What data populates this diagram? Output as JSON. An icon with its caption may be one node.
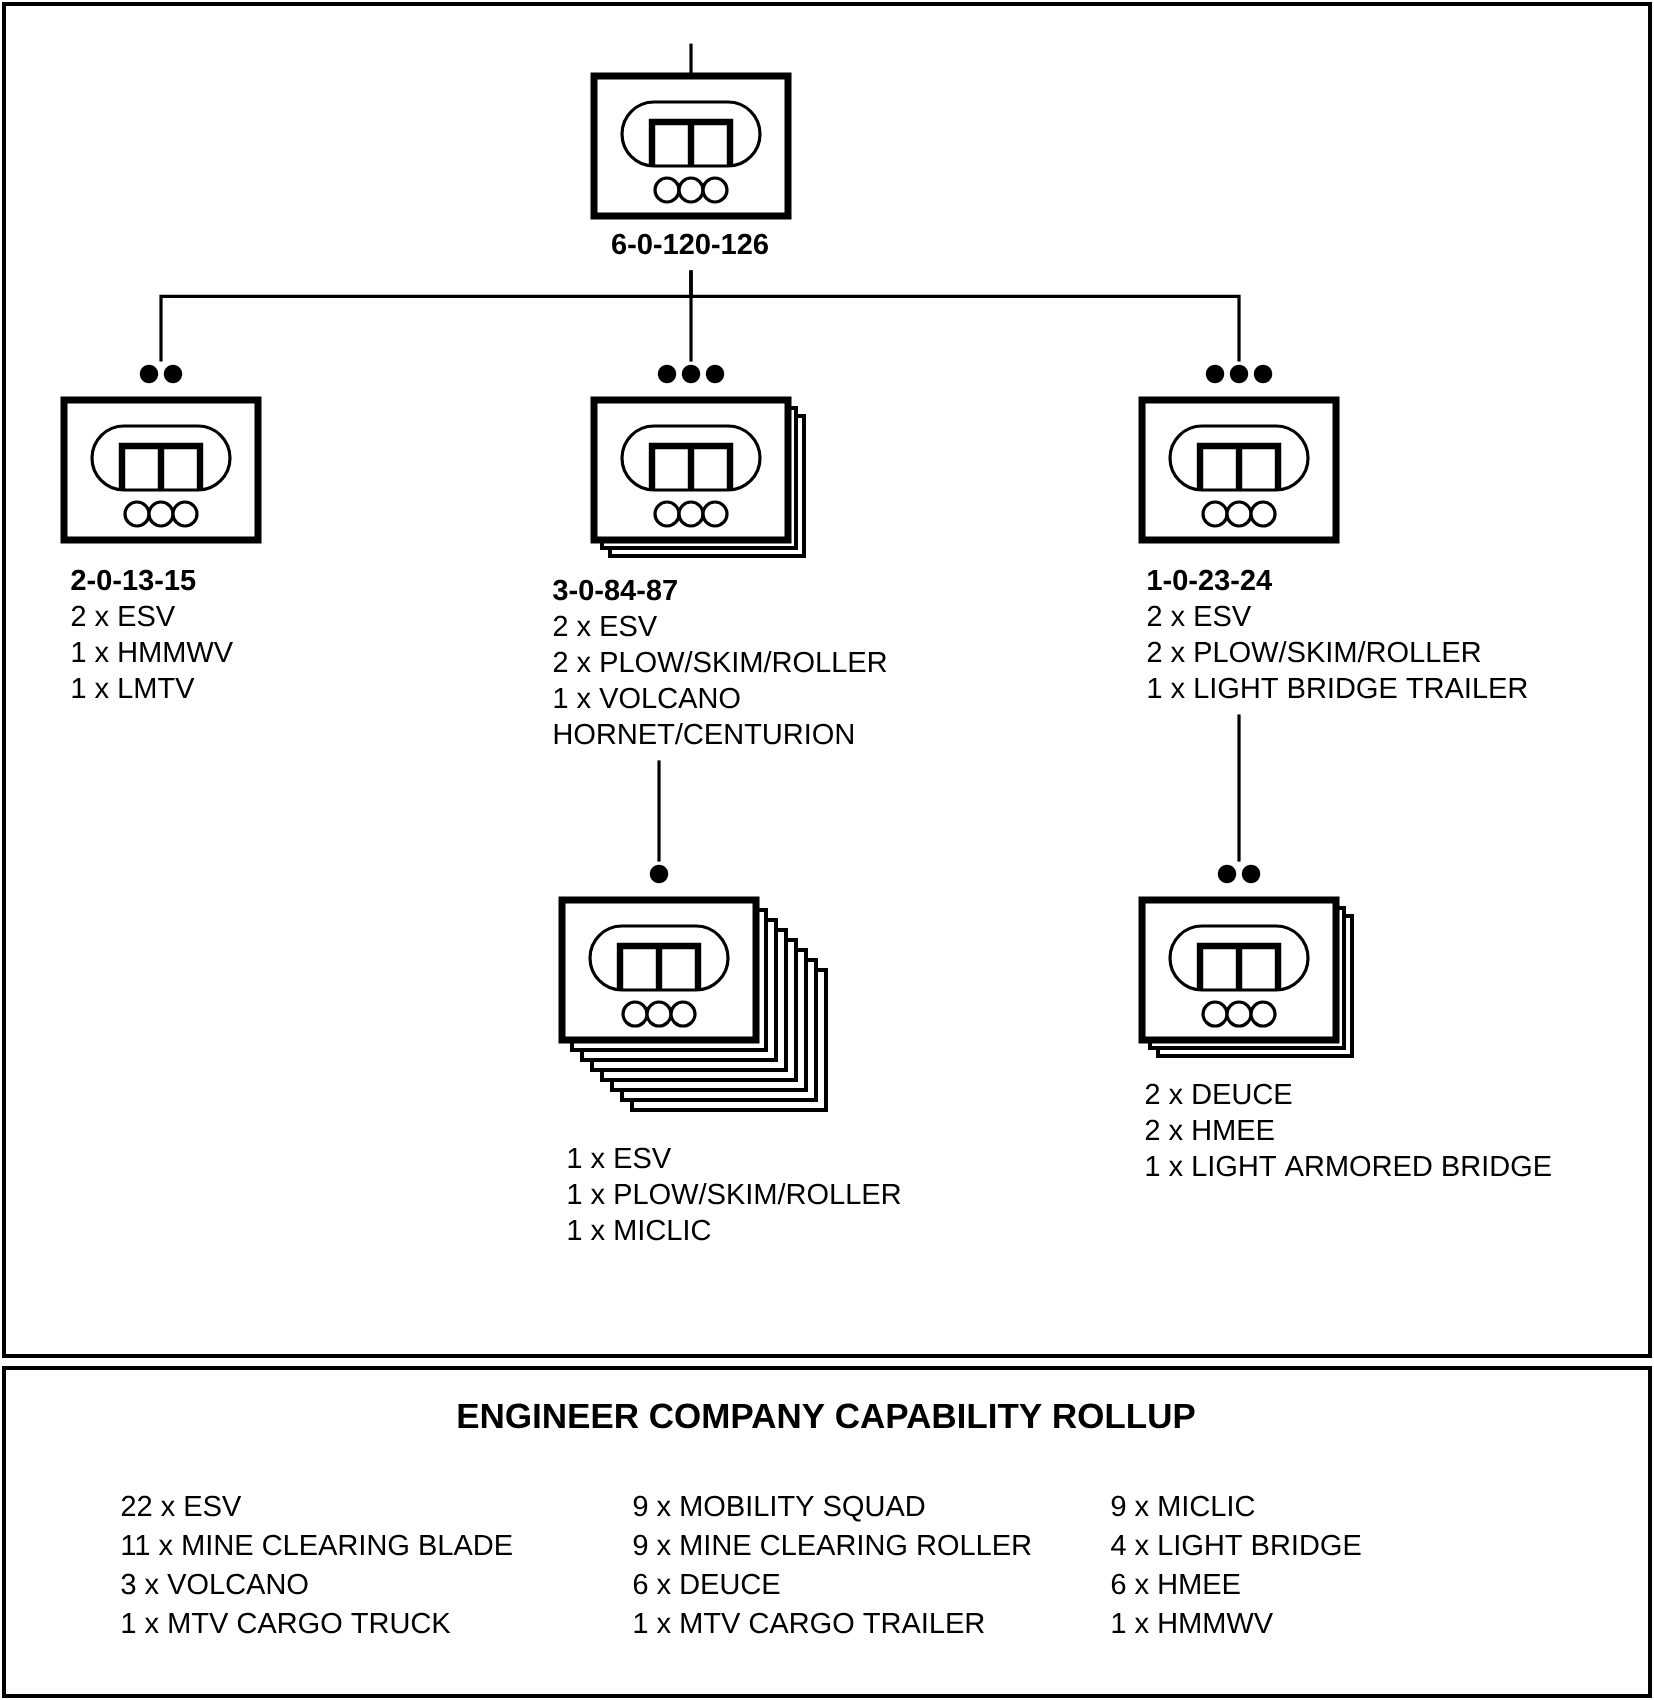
{
  "diagram": {
    "nodes": [
      {
        "text": [
          "6-0-120-126"
        ]
      },
      {
        "text": [
          "2-0-13-15",
          "2 x ESV",
          "1 x HMMWV",
          "1 x LMTV"
        ]
      },
      {
        "text": [
          "3-0-84-87",
          "2 x ESV",
          "2 x PLOW/SKIM/ROLLER",
          "1 x VOLCANO",
          "HORNET/CENTURION"
        ]
      },
      {
        "text": [
          "1-0-23-24",
          "2 x ESV",
          "2 x PLOW/SKIM/ROLLER",
          "1 x LIGHT BRIDGE TRAILER"
        ]
      },
      {
        "text": [
          "1 x ESV",
          "1 x PLOW/SKIM/ROLLER",
          "1 x MICLIC"
        ]
      },
      {
        "text": [
          "2 x  DEUCE",
          "2 x HMEE",
          "1 x LIGHT ARMORED BRIDGE"
        ]
      },
      {
        "text": [
          "ENGINEER COMPANY CAPABILITY ROLLUP"
        ]
      }
    ],
    "edges": [
      {
        "from": null,
        "to": 0,
        "arrow": "none"
      },
      {
        "from": 0,
        "to": 1,
        "arrow": "none"
      },
      {
        "from": 0,
        "to": 2,
        "arrow": "none"
      },
      {
        "from": 0,
        "to": 3,
        "arrow": "none"
      },
      {
        "from": 2,
        "to": 4,
        "arrow": "none"
      },
      {
        "from": 3,
        "to": 5,
        "arrow": "none"
      }
    ],
    "labels": [
      "22 x ESV",
      "9 x MOBILITY SQUAD",
      "9 x MICLIC",
      "11 x MINE CLEARING BLADE",
      "9 x MINE CLEARING ROLLER",
      "4 x LIGHT BRIDGE",
      "3 x VOLCANO",
      "6 x DEUCE",
      "6 x HMEE",
      "1 x MTV CARGO TRUCK",
      "1 x MTV CARGO TRAILER",
      "1 x HMMWV"
    ]
  }
}
